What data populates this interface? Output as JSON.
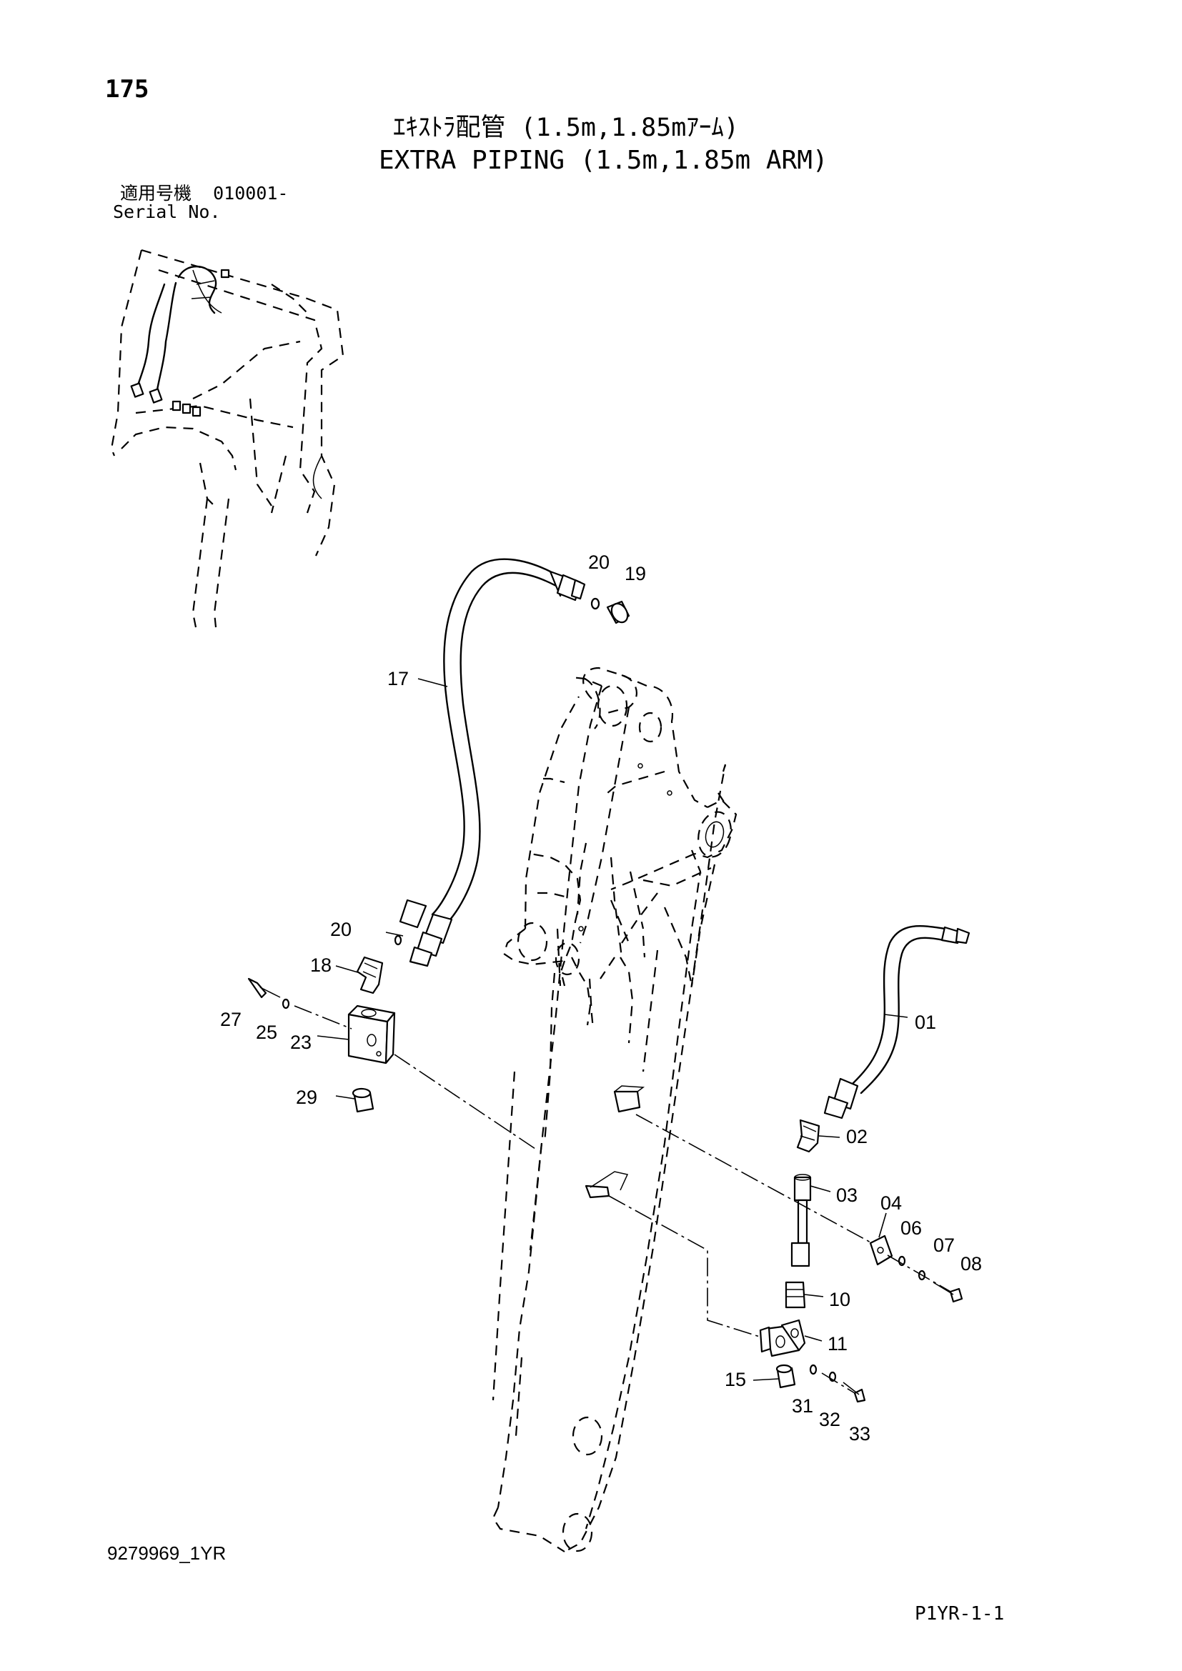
{
  "page": {
    "number": "175",
    "title_jp": "ｴｷｽﾄﾗ配管 (1.5m,1.85mｱｰﾑ)",
    "title_en": "EXTRA PIPING (1.5m,1.85m ARM)",
    "serial_label_jp": "適用号機",
    "serial_value": "010001-",
    "serial_label_en": "Serial No.",
    "doc_code": "9279969_1YR",
    "page_code": "P1YR-1-1"
  },
  "callouts": {
    "c20a": "20",
    "c19": "19",
    "c17": "17",
    "c20b": "20",
    "c18": "18",
    "c27": "27",
    "c25": "25",
    "c23": "23",
    "c29": "29",
    "c01": "01",
    "c02": "02",
    "c03": "03",
    "c04": "04",
    "c06": "06",
    "c07": "07",
    "c08": "08",
    "c10": "10",
    "c11": "11",
    "c15": "15",
    "c31": "31",
    "c32": "32",
    "c33": "33"
  }
}
